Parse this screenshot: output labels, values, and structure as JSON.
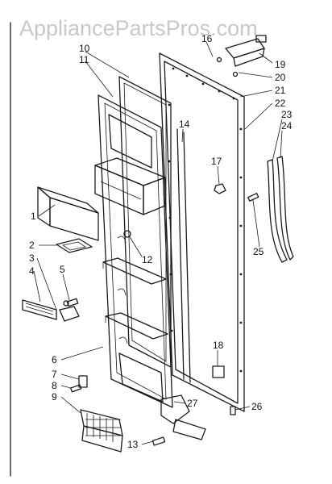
{
  "watermark": "AppliancePartsPros.com",
  "callouts": {
    "c1": "1",
    "c2": "2",
    "c3": "3",
    "c4": "4",
    "c5": "5",
    "c6": "6",
    "c7": "7",
    "c8": "8",
    "c9": "9",
    "c10": "10",
    "c11": "11",
    "c12": "12",
    "c13": "13",
    "c14": "14",
    "c16": "16",
    "c17": "17",
    "c18": "18",
    "c19": "19",
    "c20": "20",
    "c21": "21",
    "c22": "22",
    "c23": "23",
    "c24": "24",
    "c25": "25",
    "c26": "26",
    "c27": "27"
  }
}
